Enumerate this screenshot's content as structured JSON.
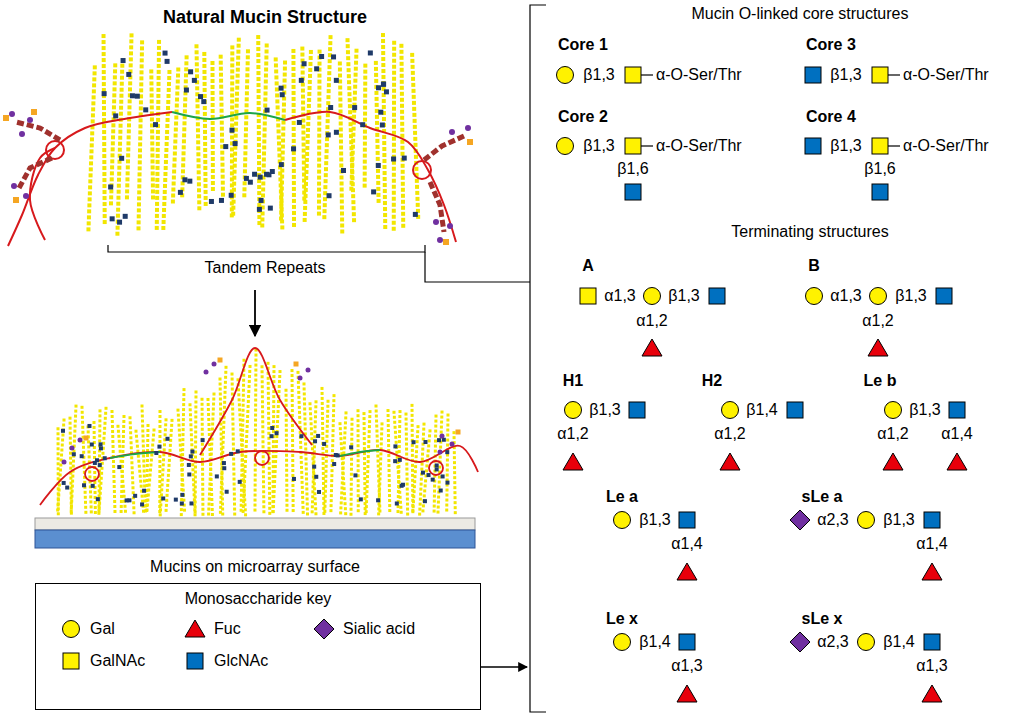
{
  "diagram": {
    "title": "Natural Mucin Structure",
    "nodes": [
      {
        "text": [
          "Monosaccharide key"
        ]
      }
    ],
    "labels": [
      "Tandem Repeats",
      "Mucins on microarray surface",
      "Mucin O-linked core structures",
      "Core 1",
      "β1,3",
      "α-O-Ser/Thr",
      "Core 3",
      "β1,3",
      "α-O-Ser/Thr",
      "Core 2",
      "β1,3",
      "α-O-Ser/Thr",
      "β1,6",
      "Core 4",
      "β1,3",
      "α-O-Ser/Thr",
      "β1,6",
      "Terminating structures",
      "A",
      "α1,3",
      "β1,3",
      "α1,2",
      "B",
      "α1,3",
      "β1,3",
      "α1,2",
      "H1",
      "β1,3",
      "α1,2",
      "H2",
      "β1,4",
      "α1,2",
      "Le b",
      "β1,3",
      "α1,2",
      "α1,4",
      "Le a",
      "β1,3",
      "α1,4",
      "sLe a",
      "α2,3",
      "β1,3",
      "α1,4",
      "Le x",
      "β1,4",
      "α1,3",
      "sLe x",
      "α2,3",
      "β1,4",
      "α1,3"
    ],
    "legend": [
      {
        "text": "Gal",
        "color": "#FFF200"
      },
      {
        "text": "Fuc",
        "color": "#E8000B"
      },
      {
        "text": "Sialic acid",
        "color": "#7030A0"
      },
      {
        "text": "GalNAc",
        "color": "#FFF200"
      },
      {
        "text": "GlcNAc",
        "color": "#0070C0"
      }
    ]
  }
}
